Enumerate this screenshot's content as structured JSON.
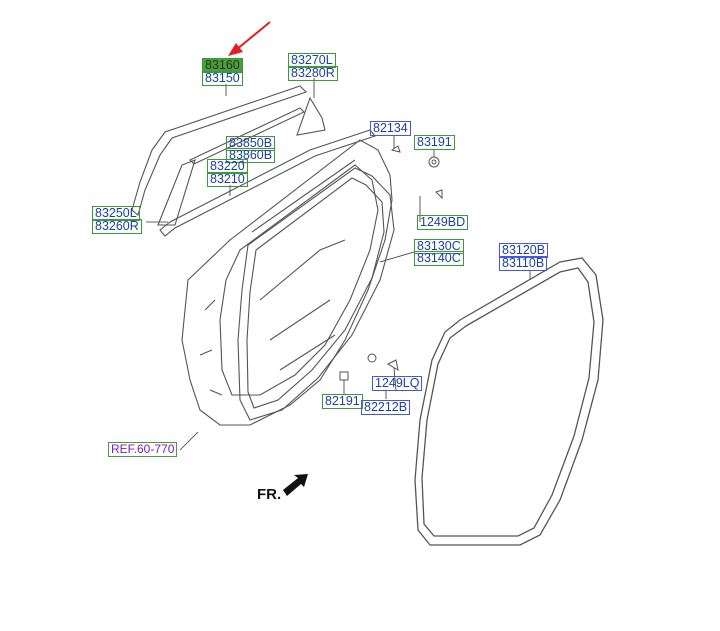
{
  "diagram": {
    "fr_label": "FR.",
    "callouts": [
      {
        "id": "c83160",
        "text": "83160",
        "kind": "green",
        "selected": true
      },
      {
        "id": "c83150",
        "text": "83150",
        "kind": "green"
      },
      {
        "id": "c83270L",
        "text": "83270L",
        "kind": "green"
      },
      {
        "id": "c83280R",
        "text": "83280R",
        "kind": "green"
      },
      {
        "id": "c82134",
        "text": "82134",
        "kind": "blue"
      },
      {
        "id": "c83191",
        "text": "83191",
        "kind": "green"
      },
      {
        "id": "c83850B",
        "text": "83850B",
        "kind": "green"
      },
      {
        "id": "c83860B",
        "text": "83860B",
        "kind": "green"
      },
      {
        "id": "c83220",
        "text": "83220",
        "kind": "green"
      },
      {
        "id": "c83210",
        "text": "83210",
        "kind": "green"
      },
      {
        "id": "c83250L",
        "text": "83250L",
        "kind": "green"
      },
      {
        "id": "c83260R",
        "text": "83260R",
        "kind": "green"
      },
      {
        "id": "c1249BD",
        "text": "1249BD",
        "kind": "green"
      },
      {
        "id": "c83130C",
        "text": "83130C",
        "kind": "green"
      },
      {
        "id": "c83140C",
        "text": "83140C",
        "kind": "green"
      },
      {
        "id": "c83120B",
        "text": "83120B",
        "kind": "blue"
      },
      {
        "id": "c83110B",
        "text": "83110B",
        "kind": "blue"
      },
      {
        "id": "c1249LQ",
        "text": "1249LQ",
        "kind": "blue"
      },
      {
        "id": "c82191",
        "text": "82191",
        "kind": "green"
      },
      {
        "id": "c82212B",
        "text": "82212B",
        "kind": "blue"
      },
      {
        "id": "cREF",
        "text": "REF.60-770",
        "kind": "purple"
      }
    ],
    "colors": {
      "line": "#555555",
      "leader": "#333333",
      "arrow": "#e0201e",
      "green_border": "#3a9a3a",
      "blue_border": "#4656e0",
      "label_text": "#1f3fa0",
      "ref_text": "#7a1fbf",
      "highlight_fill": "#4f9b3d"
    }
  }
}
